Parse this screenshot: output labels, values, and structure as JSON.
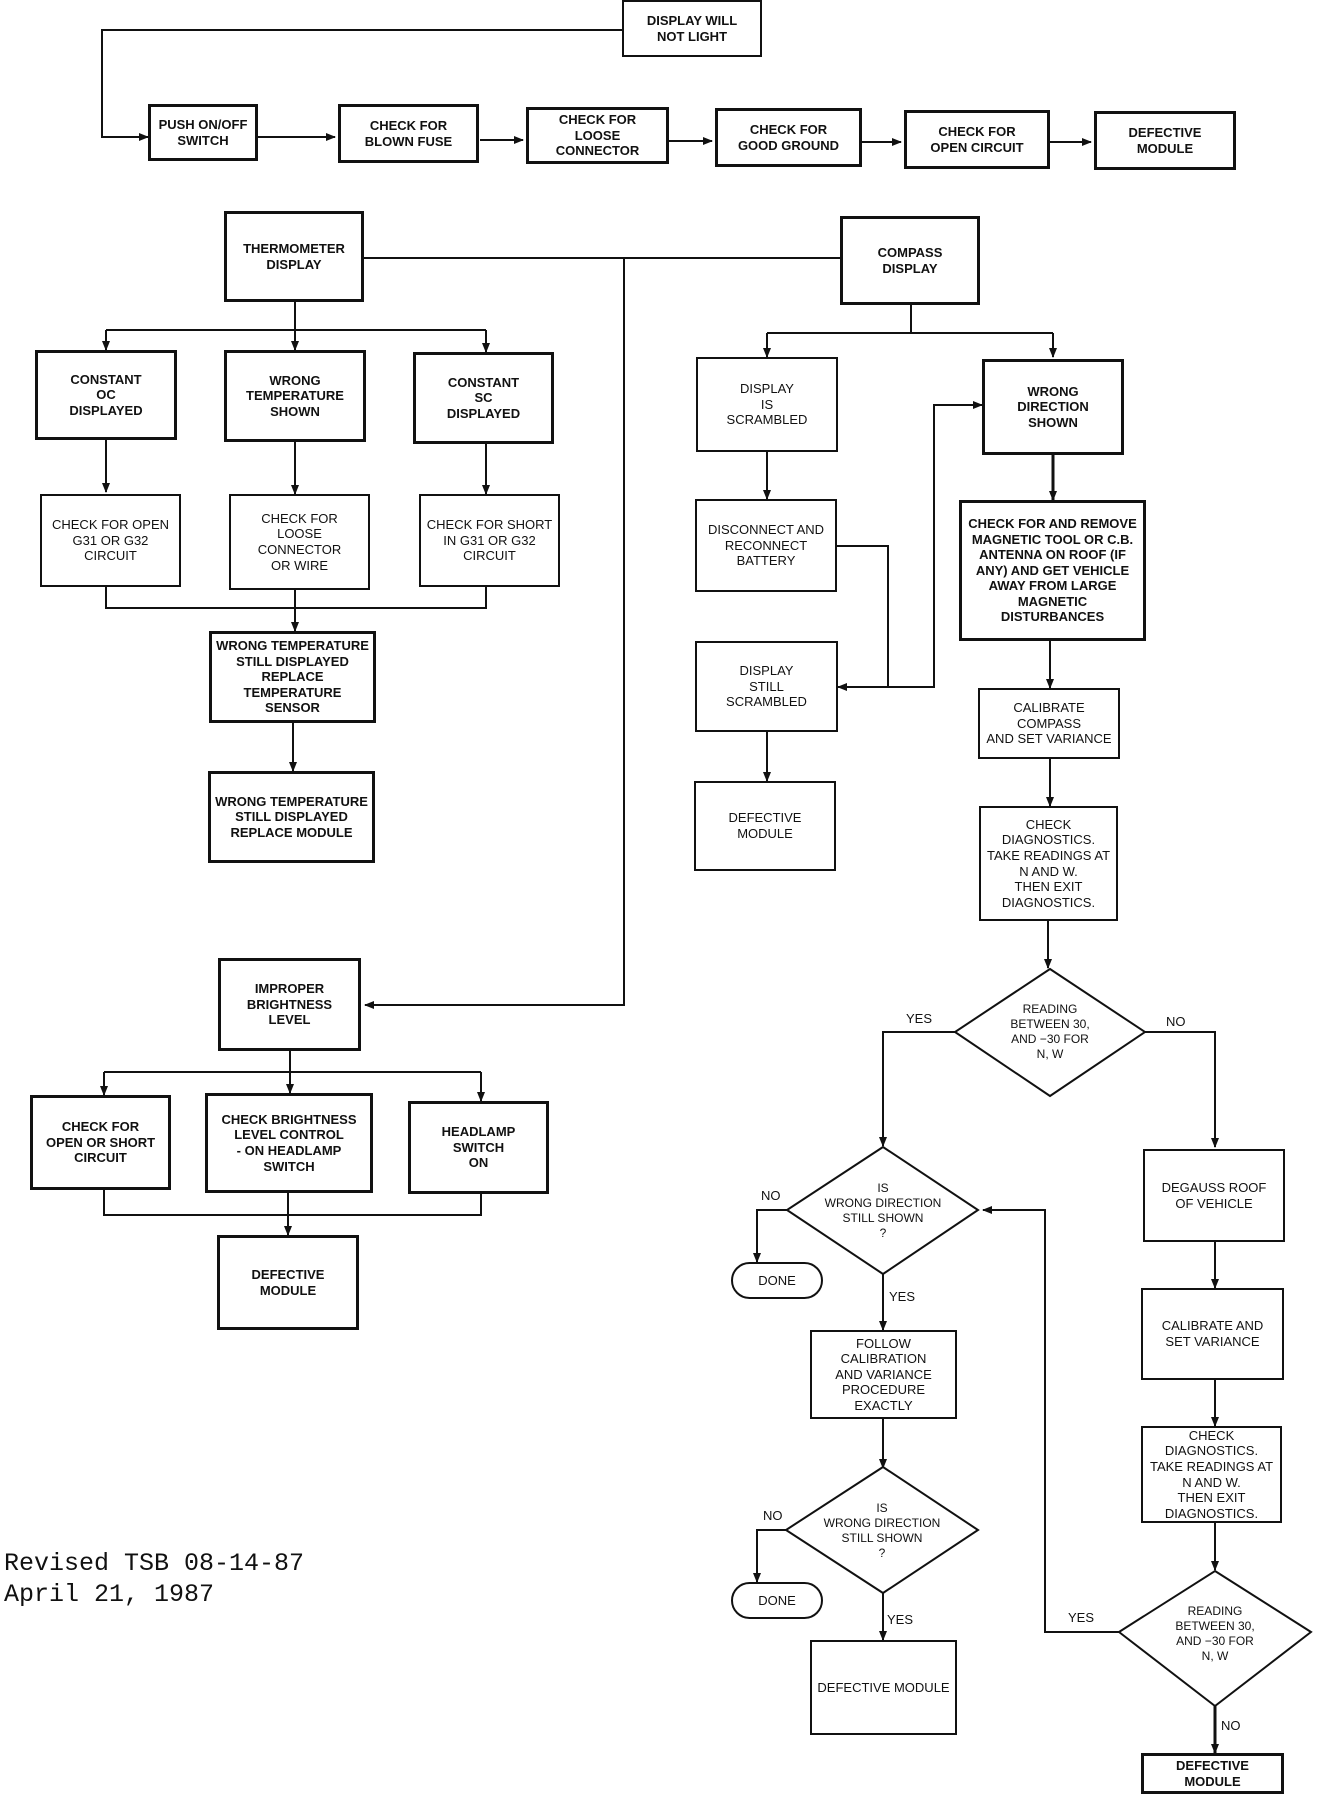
{
  "nodes": {
    "display_will_not_light": "DISPLAY WILL\nNOT LIGHT",
    "push_on_off": "PUSH ON/OFF\nSWITCH",
    "check_blown_fuse": "CHECK FOR\nBLOWN FUSE",
    "check_loose_connector": "CHECK FOR\nLOOSE CONNECTOR",
    "check_good_ground": "CHECK FOR\nGOOD GROUND",
    "check_open_circuit": "CHECK FOR\nOPEN CIRCUIT",
    "defective_module_top": "DEFECTIVE\nMODULE",
    "thermometer_display": "THERMOMETER\nDISPLAY",
    "compass_display": "COMPASS\nDISPLAY",
    "constant_oc": "CONSTANT\nOC\nDISPLAYED",
    "wrong_temperature": "WRONG\nTEMPERATURE\nSHOWN",
    "constant_sc": "CONSTANT\nSC\nDISPLAYED",
    "check_open_g31": "CHECK FOR OPEN\nG31 OR G32\nCIRCUIT",
    "check_loose_wire": "CHECK FOR\nLOOSE CONNECTOR\nOR WIRE",
    "check_short_g31": "CHECK FOR SHORT\nIN G31 OR G32\nCIRCUIT",
    "replace_sensor": "WRONG TEMPERATURE\nSTILL DISPLAYED\nREPLACE TEMPERATURE\nSENSOR",
    "replace_module": "WRONG TEMPERATURE\nSTILL DISPLAYED\nREPLACE MODULE",
    "display_scrambled": "DISPLAY\nIS\nSCRAMBLED",
    "disconnect_battery": "DISCONNECT AND\nRECONNECT\nBATTERY",
    "display_still_scrambled": "DISPLAY\nSTILL\nSCRAMBLED",
    "defective_module_compass": "DEFECTIVE\nMODULE",
    "wrong_direction_shown": "WRONG\nDIRECTION\nSHOWN",
    "check_magnetic": "CHECK FOR AND REMOVE\nMAGNETIC TOOL OR C.B.\nANTENNA ON ROOF (IF\nANY) AND GET VEHICLE\nAWAY FROM LARGE\nMAGNETIC DISTURBANCES",
    "calibrate_compass": "CALIBRATE COMPASS\nAND SET VARIANCE",
    "check_diagnostics_1": "CHECK DIAGNOSTICS.\nTAKE READINGS AT\nN AND W.\nTHEN EXIT\nDIAGNOSTICS.",
    "improper_brightness": "IMPROPER\nBRIGHTNESS\nLEVEL",
    "check_open_short": "CHECK FOR\nOPEN OR SHORT\nCIRCUIT",
    "check_brightness_control": "CHECK BRIGHTNESS\nLEVEL CONTROL\n- ON HEADLAMP SWITCH",
    "headlamp_switch": "HEADLAMP\nSWITCH\nON",
    "defective_module_brightness": "DEFECTIVE\nMODULE",
    "reading_between_1": "READING\nBETWEEN 30,\nAND −30 FOR\nN, W",
    "wrong_dir_still_1": "IS\nWRONG DIRECTION\nSTILL SHOWN\n?",
    "done_1": "DONE",
    "follow_calibration": "FOLLOW CALIBRATION\nAND VARIANCE\nPROCEDURE EXACTLY",
    "wrong_dir_still_2": "IS\nWRONG DIRECTION\nSTILL SHOWN\n?",
    "done_2": "DONE",
    "defective_module_final": "DEFECTIVE MODULE",
    "degauss_roof": "DEGAUSS ROOF\nOF VEHICLE",
    "calibrate_set": "CALIBRATE AND\nSET VARIANCE",
    "check_diagnostics_2": "CHECK DIAGNOSTICS.\nTAKE READINGS AT\nN AND W.\nTHEN EXIT\nDIAGNOSTICS.",
    "reading_between_2": "READING\nBETWEEN 30,\nAND −30 FOR\nN, W",
    "defective_module_bottom": "DEFECTIVE MODULE"
  },
  "labels": {
    "yes": "YES",
    "no": "NO"
  },
  "footer": {
    "line1": "Revised TSB 08-14-87",
    "line2": "April 21, 1987"
  },
  "colors": {
    "ink": "#111111",
    "paper": "#ffffff"
  }
}
